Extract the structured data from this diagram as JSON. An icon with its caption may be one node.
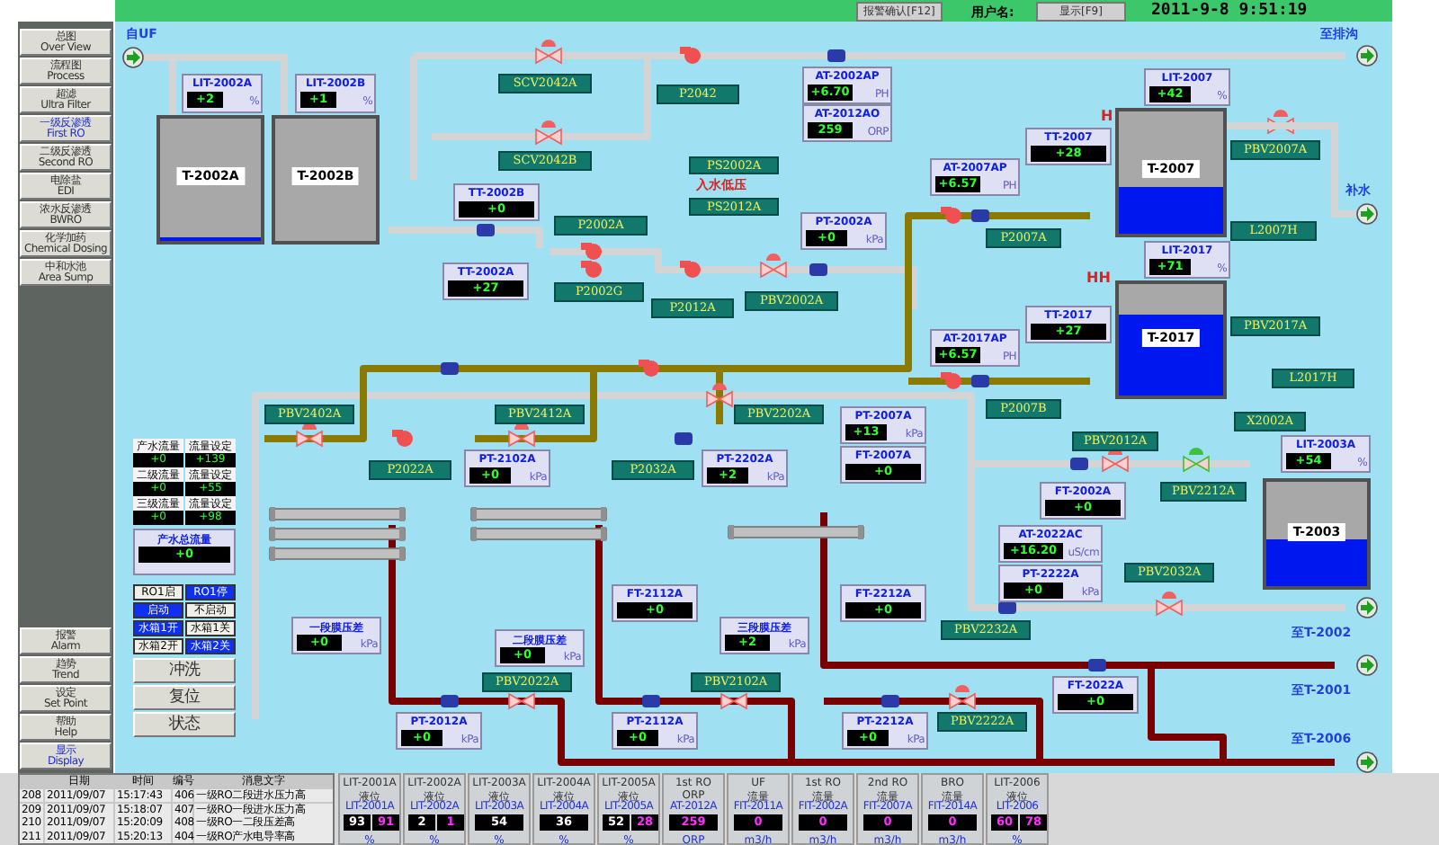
{
  "diagram": {
    "nodes": [
      {
        "text": [
          "报警确认[F12]"
        ]
      },
      {
        "text": [
          "显示[F9]"
        ]
      },
      {
        "text": [
          "总图",
          "Over View"
        ]
      },
      {
        "text": [
          "流程图",
          "Process"
        ]
      },
      {
        "text": [
          "超滤",
          "Ultra Filter"
        ]
      },
      {
        "text": [
          "一级反渗透",
          "First RO"
        ]
      },
      {
        "text": [
          "二级反渗透",
          "Second RO"
        ]
      },
      {
        "text": [
          "电除盐",
          "EDI"
        ]
      },
      {
        "text": [
          "浓水反渗透",
          "BWRO"
        ]
      },
      {
        "text": [
          "化学加药",
          "Chemical Dosing"
        ]
      },
      {
        "text": [
          "中和水池",
          "Area Sump"
        ]
      },
      {
        "text": [
          "报警",
          "Alarm"
        ]
      },
      {
        "text": [
          "趋势",
          "Trend"
        ]
      },
      {
        "text": [
          "设定",
          "Set Point"
        ]
      },
      {
        "text": [
          "帮助",
          "Help"
        ]
      },
      {
        "text": [
          "显示",
          "Display"
        ]
      },
      {
        "text": [],
        "shape": "circle",
        "beside": [
          "自UF"
        ]
      },
      {
        "text": [
          "LIT-2002A",
          "+2",
          "%"
        ]
      },
      {
        "text": [
          "LIT-2002B",
          "+1",
          "%"
        ]
      },
      {
        "text": [
          "T-2002A"
        ]
      },
      {
        "text": [
          "T-2002B"
        ]
      },
      {
        "text": [
          "SCV2042A"
        ]
      },
      {
        "text": [
          "SCV2042B"
        ]
      },
      {
        "text": [
          "P2042"
        ]
      },
      {
        "text": [
          "AT-2002AP",
          "+6.70",
          "PH"
        ]
      },
      {
        "text": [
          "AT-2012AO",
          "259",
          "ORP"
        ]
      },
      {
        "text": [
          "PS2002A"
        ]
      },
      {
        "text": [
          "PS2012A"
        ]
      },
      {
        "text": [
          "TT-2002B",
          "+0"
        ]
      },
      {
        "text": [
          "TT-2002A",
          "+27"
        ]
      },
      {
        "text": [
          "P2002A"
        ]
      },
      {
        "text": [
          "P2002G"
        ]
      },
      {
        "text": [
          "P2012A"
        ]
      },
      {
        "text": [
          "PBV2002A"
        ]
      },
      {
        "text": [
          "PT-2002A",
          "+0",
          "kPa"
        ]
      },
      {
        "text": [
          "LIT-2007",
          "+42",
          "%"
        ]
      },
      {
        "text": [
          "TT-2007",
          "+28"
        ]
      },
      {
        "text": [
          "T-2007"
        ]
      },
      {
        "text": [
          "AT-2007AP",
          "+6.57",
          "PH"
        ]
      },
      {
        "text": [
          "P2007A"
        ]
      },
      {
        "text": [
          "PBV2007A"
        ]
      },
      {
        "text": [
          "L2007H"
        ]
      },
      {
        "text": [
          "LIT-2017",
          "+71",
          "%"
        ]
      },
      {
        "text": [
          "TT-2017",
          "+27"
        ]
      },
      {
        "text": [
          "T-2017"
        ]
      },
      {
        "text": [
          "AT-2017AP",
          "+6.57",
          "PH"
        ]
      },
      {
        "text": [
          "P2007B"
        ]
      },
      {
        "text": [
          "PBV2017A"
        ]
      },
      {
        "text": [
          "L2017H"
        ]
      },
      {
        "text": [
          "X2002A"
        ]
      },
      {
        "text": [
          "PBV2012A"
        ]
      },
      {
        "text": [
          "PBV2212A"
        ]
      },
      {
        "text": [
          "FT-2002A",
          "+0"
        ]
      },
      {
        "text": [
          "LIT-2003A",
          "+54",
          "%"
        ]
      },
      {
        "text": [
          "T-2003"
        ]
      },
      {
        "text": [
          "PBV2032A"
        ]
      },
      {
        "text": [
          "PBV2402A"
        ]
      },
      {
        "text": [
          "PBV2412A"
        ]
      },
      {
        "text": [
          "P2022A"
        ]
      },
      {
        "text": [
          "PT-2102A",
          "+0",
          "kPa"
        ]
      },
      {
        "text": [
          "P2032A"
        ]
      },
      {
        "text": [
          "PT-2202A",
          "+2",
          "kPa"
        ]
      },
      {
        "text": [
          "PBV2202A"
        ]
      },
      {
        "text": [
          "PT-2007A",
          "+13",
          "kPa"
        ]
      },
      {
        "text": [
          "FT-2007A",
          "+0"
        ]
      },
      {
        "text": [
          "FT-2112A",
          "+0"
        ]
      },
      {
        "text": [
          "FT-2212A",
          "+0"
        ]
      },
      {
        "text": [
          "AT-2022AC",
          "+16.20",
          "uS/cm"
        ]
      },
      {
        "text": [
          "PT-2222A",
          "+0",
          "kPa"
        ]
      },
      {
        "text": [
          "PBV2232A"
        ]
      },
      {
        "text": [
          "一段膜压差",
          "+0",
          "kPa"
        ]
      },
      {
        "text": [
          "二段膜压差",
          "+0",
          "kPa"
        ]
      },
      {
        "text": [
          "三段膜压差",
          "+2",
          "kPa"
        ]
      },
      {
        "text": [
          "PBV2022A"
        ]
      },
      {
        "text": [
          "PBV2102A"
        ]
      },
      {
        "text": [
          "PBV2222A"
        ]
      },
      {
        "text": [
          "PT-2012A",
          "+0",
          "kPa"
        ]
      },
      {
        "text": [
          "PT-2112A",
          "+0",
          "kPa"
        ]
      },
      {
        "text": [
          "PT-2212A",
          "+0",
          "kPa"
        ]
      },
      {
        "text": [
          "FT-2022A",
          "+0"
        ]
      },
      {
        "text": [],
        "shape": "circle",
        "beside": [
          "至排沟"
        ]
      },
      {
        "text": [],
        "shape": "circle",
        "beside": [
          "补水"
        ]
      },
      {
        "text": [],
        "shape": "circle",
        "beside": [
          "至T-2002"
        ]
      },
      {
        "text": [],
        "shape": "circle",
        "beside": [
          "至T-2001"
        ]
      },
      {
        "text": [],
        "shape": "circle",
        "beside": [
          "至T-2006"
        ]
      },
      {
        "text": [
          "产水总流量",
          "+0"
        ]
      },
      {
        "text": [
          "RO1启"
        ]
      },
      {
        "text": [
          "RO1停"
        ]
      },
      {
        "text": [
          "启动"
        ]
      },
      {
        "text": [
          "不启动"
        ]
      },
      {
        "text": [
          "水箱1开"
        ]
      },
      {
        "text": [
          "水箱1关"
        ]
      },
      {
        "text": [
          "水箱2开"
        ]
      },
      {
        "text": [
          "水箱2关"
        ]
      },
      {
        "text": [
          "冲洗"
        ]
      },
      {
        "text": [
          "复位"
        ]
      },
      {
        "text": [
          "状态"
        ]
      },
      {
        "text": [
          "LIT-2001A",
          "液位",
          "LIT-2001A",
          "93",
          "91",
          "%"
        ]
      },
      {
        "text": [
          "LIT-2002A",
          "液位",
          "LIT-2002A",
          "2",
          "1",
          "%"
        ]
      },
      {
        "text": [
          "LIT-2003A",
          "液位",
          "LIT-2003A",
          "54",
          "%"
        ]
      },
      {
        "text": [
          "LIT-2004A",
          "液位",
          "LIT-2004A",
          "36",
          "%"
        ]
      },
      {
        "text": [
          "LIT-2005A",
          "液位",
          "LIT-2005A",
          "52",
          "28",
          "%"
        ]
      },
      {
        "text": [
          "1st RO",
          "ORP",
          "AT-2012A",
          "259",
          "ORP"
        ]
      },
      {
        "text": [
          "UF",
          "流量",
          "FIT-2011A",
          "0",
          "m3/h"
        ]
      },
      {
        "text": [
          "1st RO",
          "流量",
          "FIT-2002A",
          "0",
          "m3/h"
        ]
      },
      {
        "text": [
          "2nd RO",
          "流量",
          "FIT-2007A",
          "0",
          "m3/h"
        ]
      },
      {
        "text": [
          "BRO",
          "流量",
          "FIT-2014A",
          "0",
          "m3/h"
        ]
      },
      {
        "text": [
          "LIT-2006",
          "液位",
          "LIT-2006",
          "60",
          "78",
          "%"
        ]
      }
    ],
    "edges": [
      {
        "from": 16,
        "to": 19,
        "arrow": "none"
      },
      {
        "from": 16,
        "to": 20,
        "arrow": "none"
      },
      {
        "from": 81,
        "to": 37,
        "arrow": "none"
      }
    ],
    "labels": [
      "用户名:",
      "2011-9-8  9:51:19",
      "入水低压",
      "H",
      "HH",
      "产水流量",
      "流量设定",
      "+0",
      "+139",
      "二级流量",
      "流量设定",
      "+0",
      "+55",
      "三级流量",
      "流量设定",
      "+0",
      "+98",
      "日期",
      "时间",
      "编号",
      "消息文字",
      "208",
      "2011/09/07",
      "15:17:43",
      "406",
      "一级RO二段进水压力高",
      "209",
      "2011/09/07",
      "15:18:07",
      "407",
      "一级RO一段进水压力高",
      "210",
      "2011/09/07",
      "15:20:09",
      "408",
      "一级RO一二段压差高",
      "211",
      "2011/09/07",
      "15:20:13",
      "404",
      "一级RO产水电导率高"
    ]
  }
}
